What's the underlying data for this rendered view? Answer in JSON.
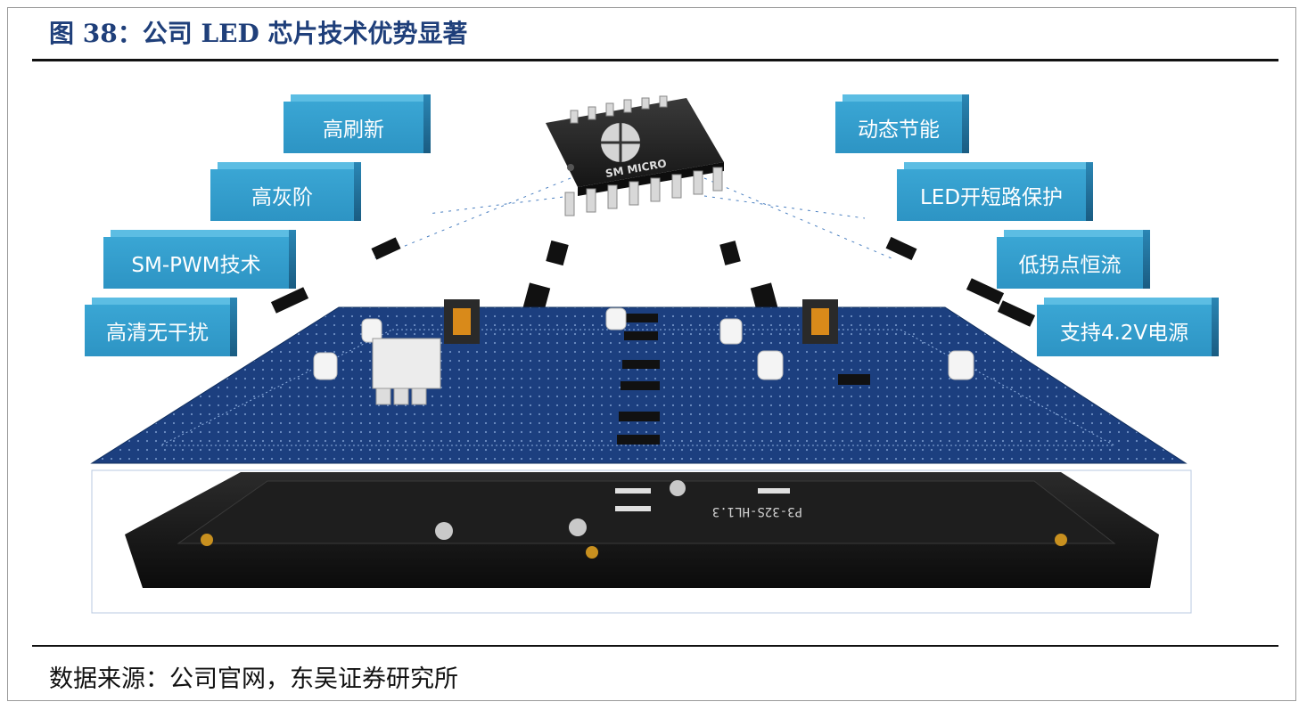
{
  "figure": {
    "title": "图 38：公司 LED 芯片技术优势显著",
    "source": "数据来源：公司官网，东吴证券研究所"
  },
  "chip": {
    "marking": "SM MICRO"
  },
  "features_left": [
    "高刷新",
    "高灰阶",
    "SM-PWM技术",
    "高清无干扰"
  ],
  "features_right": [
    "动态节能",
    "LED开短路保护",
    "低拐点恒流",
    "支持4.2V电源"
  ],
  "module_marking": "P3-32S-HL1.3",
  "colors": {
    "title": "#1f3f7a",
    "tag_front": "#3aa6d4",
    "tag_side": "#1f6f9a",
    "pcb_blue": "#1c3f7f",
    "module_dark": "#1a1a1a"
  }
}
